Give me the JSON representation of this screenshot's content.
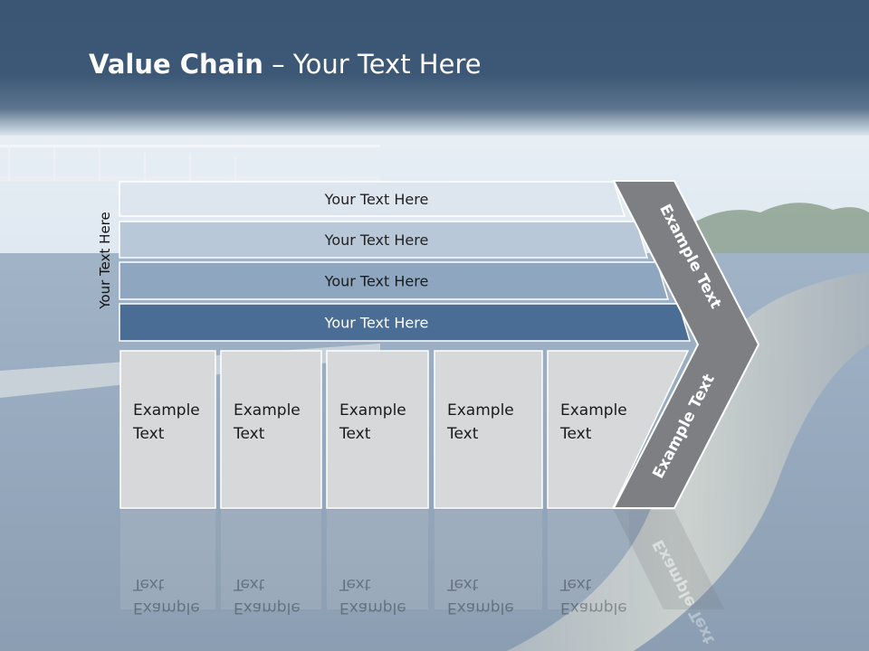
{
  "slide": {
    "title_bold": "Value Chain",
    "title_rest": " – Your Text Here",
    "side_label": "Your Text Here"
  },
  "bars": [
    {
      "label": "Your Text Here",
      "fill": "#dde5ee",
      "text_color": "#222222"
    },
    {
      "label": "Your Text Here",
      "fill": "#b8c8d8",
      "text_color": "#222222"
    },
    {
      "label": "Your Text Here",
      "fill": "#8ea6c0",
      "text_color": "#1c1c1c"
    },
    {
      "label": "Your Text Here",
      "fill": "#4a6d95",
      "text_color": "#ffffff"
    }
  ],
  "boxes": [
    {
      "line1": "Example",
      "line2": "Text"
    },
    {
      "line1": "Example",
      "line2": "Text"
    },
    {
      "line1": "Example",
      "line2": "Text"
    },
    {
      "line1": "Example",
      "line2": "Text"
    },
    {
      "line1": "Example",
      "line2": "Text"
    }
  ],
  "arrow": {
    "top_label": "Example Text",
    "bottom_label": "Example Text",
    "fill": "#7d7f82"
  },
  "colors": {
    "header": "#3b5775",
    "box_fill": "#d7d8da"
  }
}
